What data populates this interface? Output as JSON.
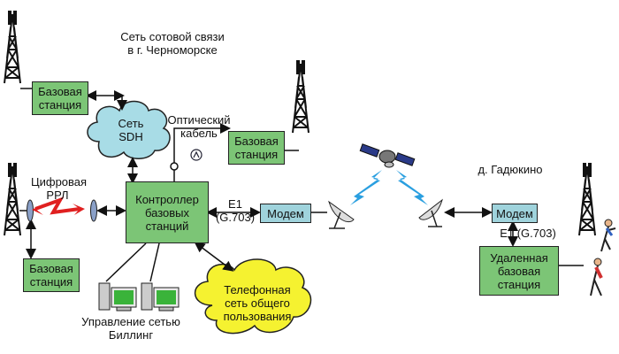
{
  "labels": {
    "cellular_network": "Сеть сотовой связи\nв г. Черноморске",
    "optical_cable": "Оптический\nкабель",
    "digital_rrl": "Цифровая\nРРЛ",
    "village": "д. Гадюкино",
    "e1_left": "E1\n(G.703)",
    "e1_right": "E1  (G.703)",
    "management": "Управление сетью\nБиллинг"
  },
  "nodes": {
    "base_station_top": "Базовая\nстанция",
    "base_station_mid": "Базовая\nстанция",
    "base_station_left": "Базовая\nстанция",
    "controller": "Контроллер\nбазовых\nстанций",
    "modem_left": "Модем",
    "modem_right": "Модем",
    "remote_station": "Удаленная\nбазовая\nстанция"
  },
  "clouds": {
    "sdh": "Сеть\nSDH",
    "pstn": "Телефонная\nсеть общего\nпользования"
  },
  "colors": {
    "station_fill": "#7cc576",
    "modem_fill": "#9fd3dc",
    "sdh_cloud": "#a8dce6",
    "pstn_cloud": "#f5f230",
    "radio_link": "#e02020",
    "satellite_beam": "#2a9fe0"
  }
}
